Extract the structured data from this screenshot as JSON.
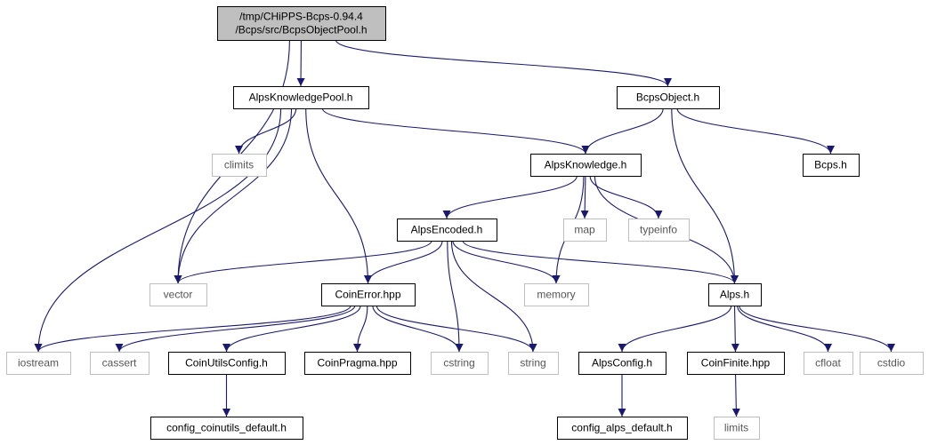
{
  "colors": {
    "root_fill": "#bfbfbf",
    "node_border": "#000000",
    "system_border": "#bfbfbf",
    "edge": "#191970"
  },
  "nodes": [
    {
      "id": "root",
      "lines": [
        "/tmp/CHiPPS-Bcps-0.94.4",
        "/Bcps/src/BcpsObjectPool.h"
      ],
      "kind": "root"
    },
    {
      "id": "alpsKnowledgePool",
      "lines": [
        "AlpsKnowledgePool.h"
      ],
      "kind": "file"
    },
    {
      "id": "bcpsObject",
      "lines": [
        "BcpsObject.h"
      ],
      "kind": "file"
    },
    {
      "id": "climits",
      "lines": [
        "climits"
      ],
      "kind": "system"
    },
    {
      "id": "alpsKnowledge",
      "lines": [
        "AlpsKnowledge.h"
      ],
      "kind": "file"
    },
    {
      "id": "bcps",
      "lines": [
        "Bcps.h"
      ],
      "kind": "file"
    },
    {
      "id": "alpsEncoded",
      "lines": [
        "AlpsEncoded.h"
      ],
      "kind": "file"
    },
    {
      "id": "map",
      "lines": [
        "map"
      ],
      "kind": "system"
    },
    {
      "id": "typeinfo",
      "lines": [
        "typeinfo"
      ],
      "kind": "system"
    },
    {
      "id": "vector",
      "lines": [
        "vector"
      ],
      "kind": "system"
    },
    {
      "id": "coinError",
      "lines": [
        "CoinError.hpp"
      ],
      "kind": "file"
    },
    {
      "id": "memory",
      "lines": [
        "memory"
      ],
      "kind": "system"
    },
    {
      "id": "alps",
      "lines": [
        "Alps.h"
      ],
      "kind": "file"
    },
    {
      "id": "iostream",
      "lines": [
        "iostream"
      ],
      "kind": "system"
    },
    {
      "id": "cassert",
      "lines": [
        "cassert"
      ],
      "kind": "system"
    },
    {
      "id": "coinUtilsConfig",
      "lines": [
        "CoinUtilsConfig.h"
      ],
      "kind": "file"
    },
    {
      "id": "coinPragma",
      "lines": [
        "CoinPragma.hpp"
      ],
      "kind": "file"
    },
    {
      "id": "cstring",
      "lines": [
        "cstring"
      ],
      "kind": "system"
    },
    {
      "id": "string",
      "lines": [
        "string"
      ],
      "kind": "system"
    },
    {
      "id": "alpsConfig",
      "lines": [
        "AlpsConfig.h"
      ],
      "kind": "file"
    },
    {
      "id": "coinFinite",
      "lines": [
        "CoinFinite.hpp"
      ],
      "kind": "file"
    },
    {
      "id": "cfloat",
      "lines": [
        "cfloat"
      ],
      "kind": "system"
    },
    {
      "id": "cstdio",
      "lines": [
        "cstdio"
      ],
      "kind": "system"
    },
    {
      "id": "configCoinutilsDefault",
      "lines": [
        "config_coinutils_default.h"
      ],
      "kind": "file"
    },
    {
      "id": "configAlpsDefault",
      "lines": [
        "config_alps_default.h"
      ],
      "kind": "file"
    },
    {
      "id": "limits",
      "lines": [
        "limits"
      ],
      "kind": "system"
    }
  ],
  "edges": [
    {
      "from": "root",
      "to": "alpsKnowledgePool"
    },
    {
      "from": "root",
      "to": "bcpsObject"
    },
    {
      "from": "root",
      "to": "vector"
    },
    {
      "from": "alpsKnowledgePool",
      "to": "climits"
    },
    {
      "from": "alpsKnowledgePool",
      "to": "alpsKnowledge"
    },
    {
      "from": "alpsKnowledgePool",
      "to": "vector"
    },
    {
      "from": "alpsKnowledgePool",
      "to": "coinError"
    },
    {
      "from": "alpsKnowledgePool",
      "to": "iostream"
    },
    {
      "from": "bcpsObject",
      "to": "alpsKnowledge"
    },
    {
      "from": "bcpsObject",
      "to": "bcps"
    },
    {
      "from": "bcpsObject",
      "to": "alps"
    },
    {
      "from": "alpsKnowledge",
      "to": "alpsEncoded"
    },
    {
      "from": "alpsKnowledge",
      "to": "map"
    },
    {
      "from": "alpsKnowledge",
      "to": "typeinfo"
    },
    {
      "from": "alpsKnowledge",
      "to": "memory"
    },
    {
      "from": "alpsKnowledge",
      "to": "alps"
    },
    {
      "from": "alpsEncoded",
      "to": "vector"
    },
    {
      "from": "alpsEncoded",
      "to": "coinError"
    },
    {
      "from": "alpsEncoded",
      "to": "memory"
    },
    {
      "from": "alpsEncoded",
      "to": "alps"
    },
    {
      "from": "alpsEncoded",
      "to": "cstring"
    },
    {
      "from": "alpsEncoded",
      "to": "string"
    },
    {
      "from": "coinError",
      "to": "iostream"
    },
    {
      "from": "coinError",
      "to": "cassert"
    },
    {
      "from": "coinError",
      "to": "coinUtilsConfig"
    },
    {
      "from": "coinError",
      "to": "coinPragma"
    },
    {
      "from": "coinError",
      "to": "cstring"
    },
    {
      "from": "coinError",
      "to": "string"
    },
    {
      "from": "coinUtilsConfig",
      "to": "configCoinutilsDefault"
    },
    {
      "from": "alps",
      "to": "alpsConfig"
    },
    {
      "from": "alps",
      "to": "coinFinite"
    },
    {
      "from": "alps",
      "to": "cfloat"
    },
    {
      "from": "alps",
      "to": "cstdio"
    },
    {
      "from": "alpsConfig",
      "to": "configAlpsDefault"
    },
    {
      "from": "coinFinite",
      "to": "limits"
    }
  ]
}
